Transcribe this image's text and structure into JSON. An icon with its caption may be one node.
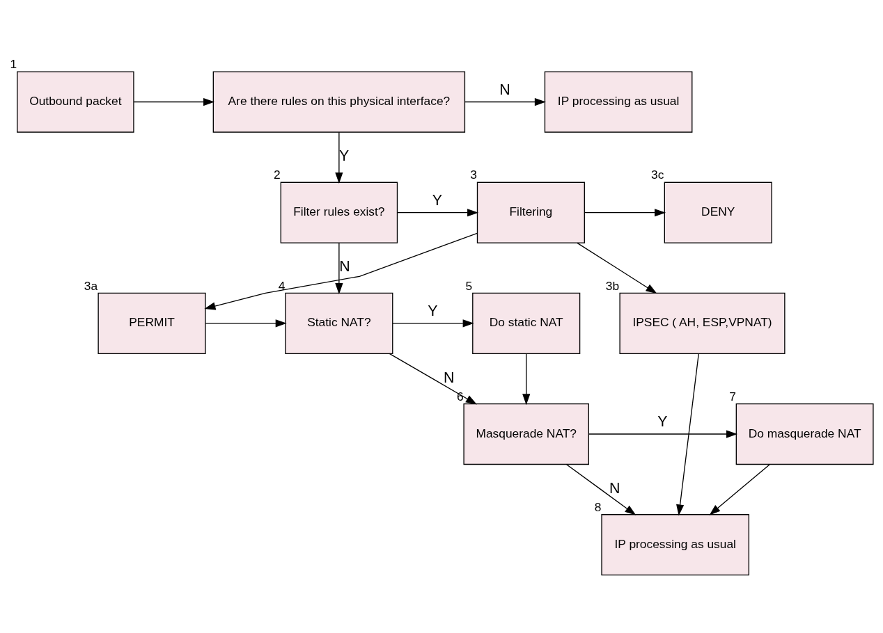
{
  "diagram": {
    "nodes": [
      {
        "text": [
          "Outbound packet"
        ],
        "beside": [
          "1"
        ]
      },
      {
        "text": [
          "Are there rules on this physical interface?"
        ]
      },
      {
        "text": [
          "IP processing as usual"
        ]
      },
      {
        "text": [
          "Filter rules exist?"
        ],
        "beside": [
          "2"
        ]
      },
      {
        "text": [
          "Filtering"
        ],
        "beside": [
          "3"
        ]
      },
      {
        "text": [
          "DENY"
        ],
        "beside": [
          "3c"
        ]
      },
      {
        "text": [
          "IPSEC ( AH, ESP,VPNAT)"
        ],
        "beside": [
          "3b"
        ]
      },
      {
        "text": [
          "Static NAT?"
        ],
        "beside": [
          "4"
        ]
      },
      {
        "text": [
          "PERMIT"
        ],
        "beside": [
          "3a"
        ]
      },
      {
        "text": [
          "Do static NAT"
        ],
        "beside": [
          "5"
        ]
      },
      {
        "text": [
          "Masquerade NAT?"
        ],
        "beside": [
          "6"
        ]
      },
      {
        "text": [
          "Do masquerade NAT"
        ],
        "beside": [
          "7"
        ]
      },
      {
        "text": [
          "IP processing as usual"
        ],
        "beside": [
          "8"
        ]
      }
    ],
    "edges": [
      {
        "from": 0,
        "to": 1,
        "arrow": "to"
      },
      {
        "from": 1,
        "to": 2,
        "arrow": "to",
        "label": "N"
      },
      {
        "from": 1,
        "to": 3,
        "arrow": "to",
        "label": "Y"
      },
      {
        "from": 3,
        "to": 4,
        "arrow": "to",
        "label": "Y"
      },
      {
        "from": 4,
        "to": 5,
        "arrow": "to"
      },
      {
        "from": 4,
        "to": 6,
        "arrow": "to"
      },
      {
        "from": 4,
        "to": 8,
        "arrow": "to"
      },
      {
        "from": 3,
        "to": 7,
        "arrow": "to",
        "label": "N"
      },
      {
        "from": 8,
        "to": 7,
        "arrow": "to"
      },
      {
        "from": 7,
        "to": 9,
        "arrow": "to",
        "label": "Y"
      },
      {
        "from": 9,
        "to": 10,
        "arrow": "to"
      },
      {
        "from": 7,
        "to": 10,
        "arrow": "to",
        "label": "N"
      },
      {
        "from": 10,
        "to": 11,
        "arrow": "to",
        "label": "Y"
      },
      {
        "from": 10,
        "to": 12,
        "arrow": "to",
        "label": "N"
      },
      {
        "from": 11,
        "to": 12,
        "arrow": "to"
      },
      {
        "from": 6,
        "to": 12,
        "arrow": "to"
      }
    ]
  }
}
